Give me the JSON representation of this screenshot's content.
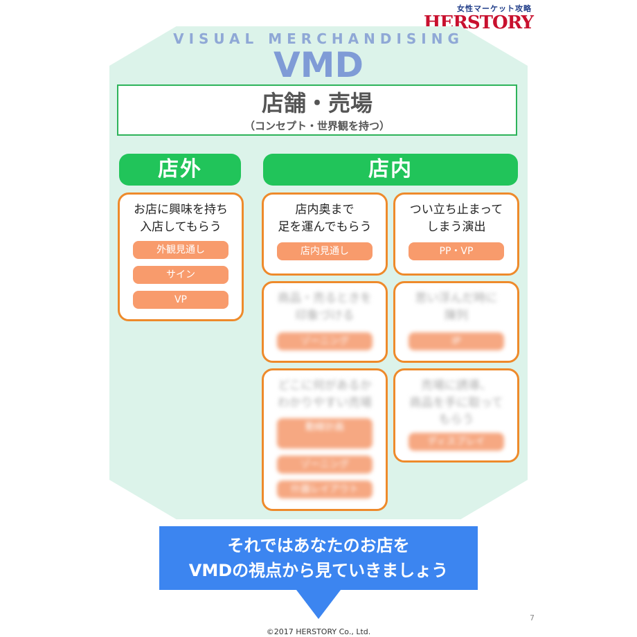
{
  "brand": {
    "sub": "女性マーケット攻略",
    "name": "HERSTORY"
  },
  "header": {
    "subtitle": "VISUAL MERCHANDISING",
    "title": "VMD"
  },
  "store": {
    "title": "店舗・売場",
    "subtitle": "（コンセプト・世界観を持つ）"
  },
  "sections": {
    "outside": "店外",
    "inside": "店内"
  },
  "cards": {
    "outside": {
      "text": "お店に興味を持ち\n入店してもらう",
      "tags": [
        "外観見通し",
        "サイン",
        "VP"
      ]
    },
    "inside_left_1": {
      "text": "店内奥まで\n足を運んでもらう",
      "tags": [
        "店内見通し"
      ]
    },
    "inside_right_1": {
      "text": "つい立ち止まって\nしまう演出",
      "tags": [
        "PP・VP"
      ]
    },
    "inside_left_2": {
      "text": "商品・売るときを\n印象づける",
      "tags": [
        "ゾーニング"
      ]
    },
    "inside_right_2": {
      "text": "思い浮んだ時に\n陳列",
      "tags": [
        "IP"
      ]
    },
    "inside_left_3": {
      "text": "どこに何があるか\nわかりやすい売場",
      "tags": [
        "動線計画",
        "ゾーニング",
        "什器レイアウト"
      ]
    },
    "inside_right_3": {
      "text": "売場に誘導、\n商品を手に取って\nもらう",
      "tags": [
        "ディスプレイ"
      ]
    }
  },
  "banner": {
    "line1": "それではあなたのお店を",
    "line2": "VMDの視点から見ていきましょう"
  },
  "footer": {
    "page": "7",
    "copyright": "©2017 HERSTORY Co., Ltd."
  }
}
